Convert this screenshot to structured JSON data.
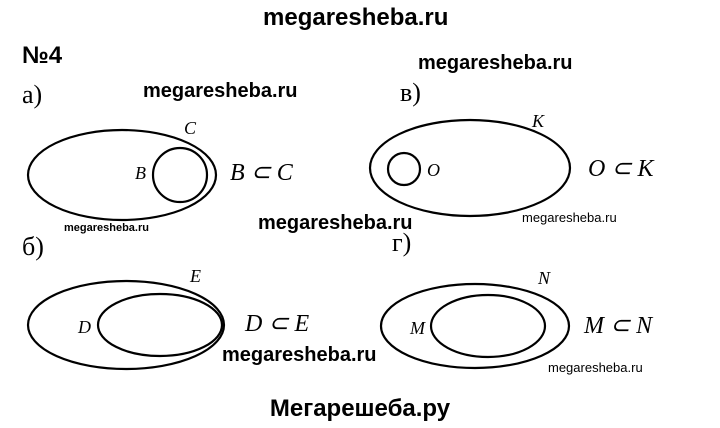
{
  "watermarks": {
    "top": "megaresheba.ru",
    "a": "megaresheba.ru",
    "v": "megaresheba.ru",
    "center": "megaresheba.ru",
    "left_small": "megaresheba.ru",
    "right_small": "megaresheba.ru",
    "bottom_mid": "megaresheba.ru",
    "bottom_right": "megaresheba.ru"
  },
  "problem_number": "№4",
  "parts": {
    "a": {
      "label": "а)",
      "outer": "C",
      "inner": "B",
      "relation": "B ⊂ C"
    },
    "b": {
      "label": "б)",
      "outer": "E",
      "inner": "D",
      "relation": "D ⊂ E"
    },
    "v": {
      "label": "в)",
      "outer": "K",
      "inner": "O",
      "relation": "O ⊂ K"
    },
    "g": {
      "label": "г)",
      "outer": "N",
      "inner": "M",
      "relation": "M ⊂ N"
    }
  },
  "footer": "Мегарешеба.ру"
}
